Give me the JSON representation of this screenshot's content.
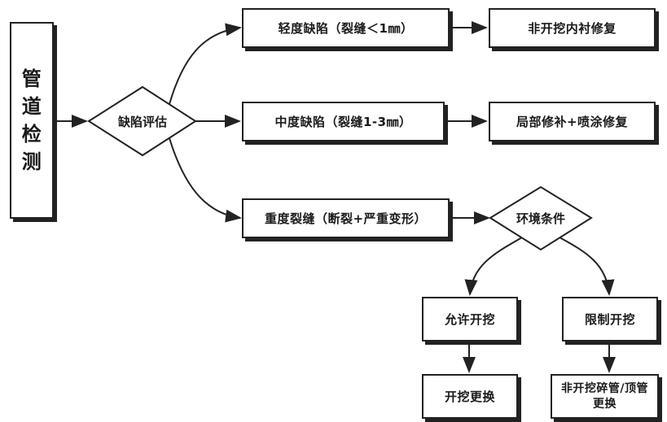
{
  "start": {
    "label": [
      "管",
      "道",
      "检",
      "测"
    ]
  },
  "decision_main": "缺陷评估",
  "level_light": "轻度缺陷（裂缝＜1㎜）",
  "level_medium": "中度缺陷（裂缝1-3㎜）",
  "level_severe": "重度裂缝（断裂+严重变形）",
  "result_light": "非开挖内衬修复",
  "result_medium": "局部修补+喷涂修复",
  "decision_env": "环境条件",
  "branch_allow": "允许开挖",
  "branch_limit": "限制开挖",
  "result_allow": "开挖更换",
  "result_limit": "非开挖碎管/顶管更换"
}
